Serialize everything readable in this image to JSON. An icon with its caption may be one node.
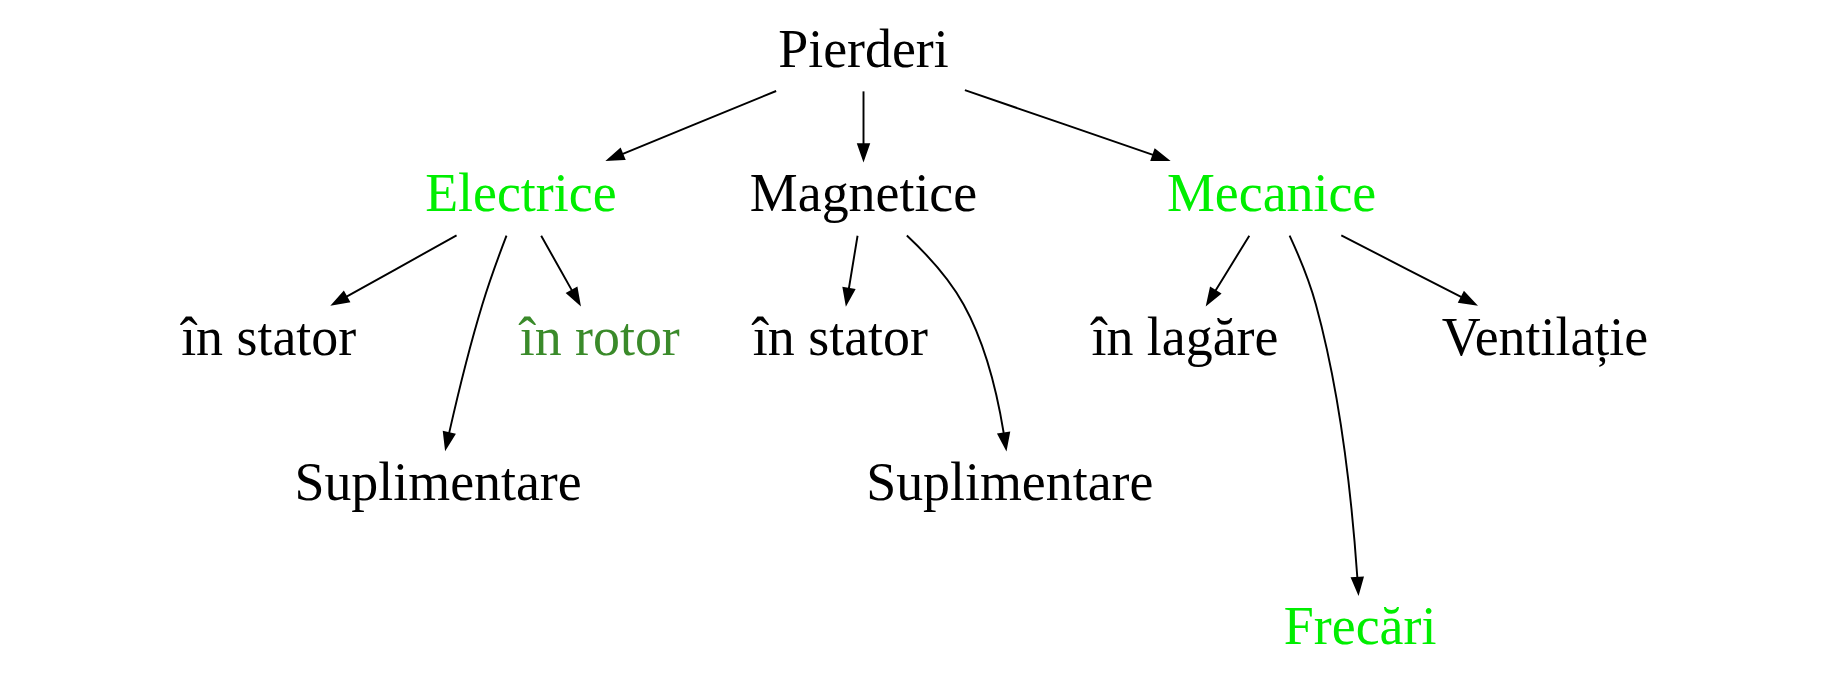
{
  "diagram": {
    "nodes": [
      {
        "text": [
          "Pierderi"
        ]
      },
      {
        "text": [
          "Electrice"
        ]
      },
      {
        "text": [
          "Magnetice"
        ]
      },
      {
        "text": [
          "Mecanice"
        ]
      },
      {
        "text": [
          "în stator"
        ]
      },
      {
        "text": [
          "Suplimentare"
        ]
      },
      {
        "text": [
          "în rotor"
        ]
      },
      {
        "text": [
          "în stator"
        ]
      },
      {
        "text": [
          "Suplimentare"
        ]
      },
      {
        "text": [
          "în lagăre"
        ]
      },
      {
        "text": [
          "Frecări"
        ]
      },
      {
        "text": [
          "Ventilație"
        ]
      }
    ],
    "edges": [
      {
        "from": 0,
        "to": 1,
        "arrow": "to"
      },
      {
        "from": 0,
        "to": 2,
        "arrow": "to"
      },
      {
        "from": 0,
        "to": 3,
        "arrow": "to"
      },
      {
        "from": 1,
        "to": 4,
        "arrow": "to"
      },
      {
        "from": 1,
        "to": 5,
        "arrow": "to"
      },
      {
        "from": 1,
        "to": 6,
        "arrow": "to"
      },
      {
        "from": 2,
        "to": 7,
        "arrow": "to"
      },
      {
        "from": 2,
        "to": 8,
        "arrow": "to"
      },
      {
        "from": 3,
        "to": 9,
        "arrow": "to"
      },
      {
        "from": 3,
        "to": 10,
        "arrow": "to"
      },
      {
        "from": 3,
        "to": 11,
        "arrow": "to"
      }
    ]
  }
}
